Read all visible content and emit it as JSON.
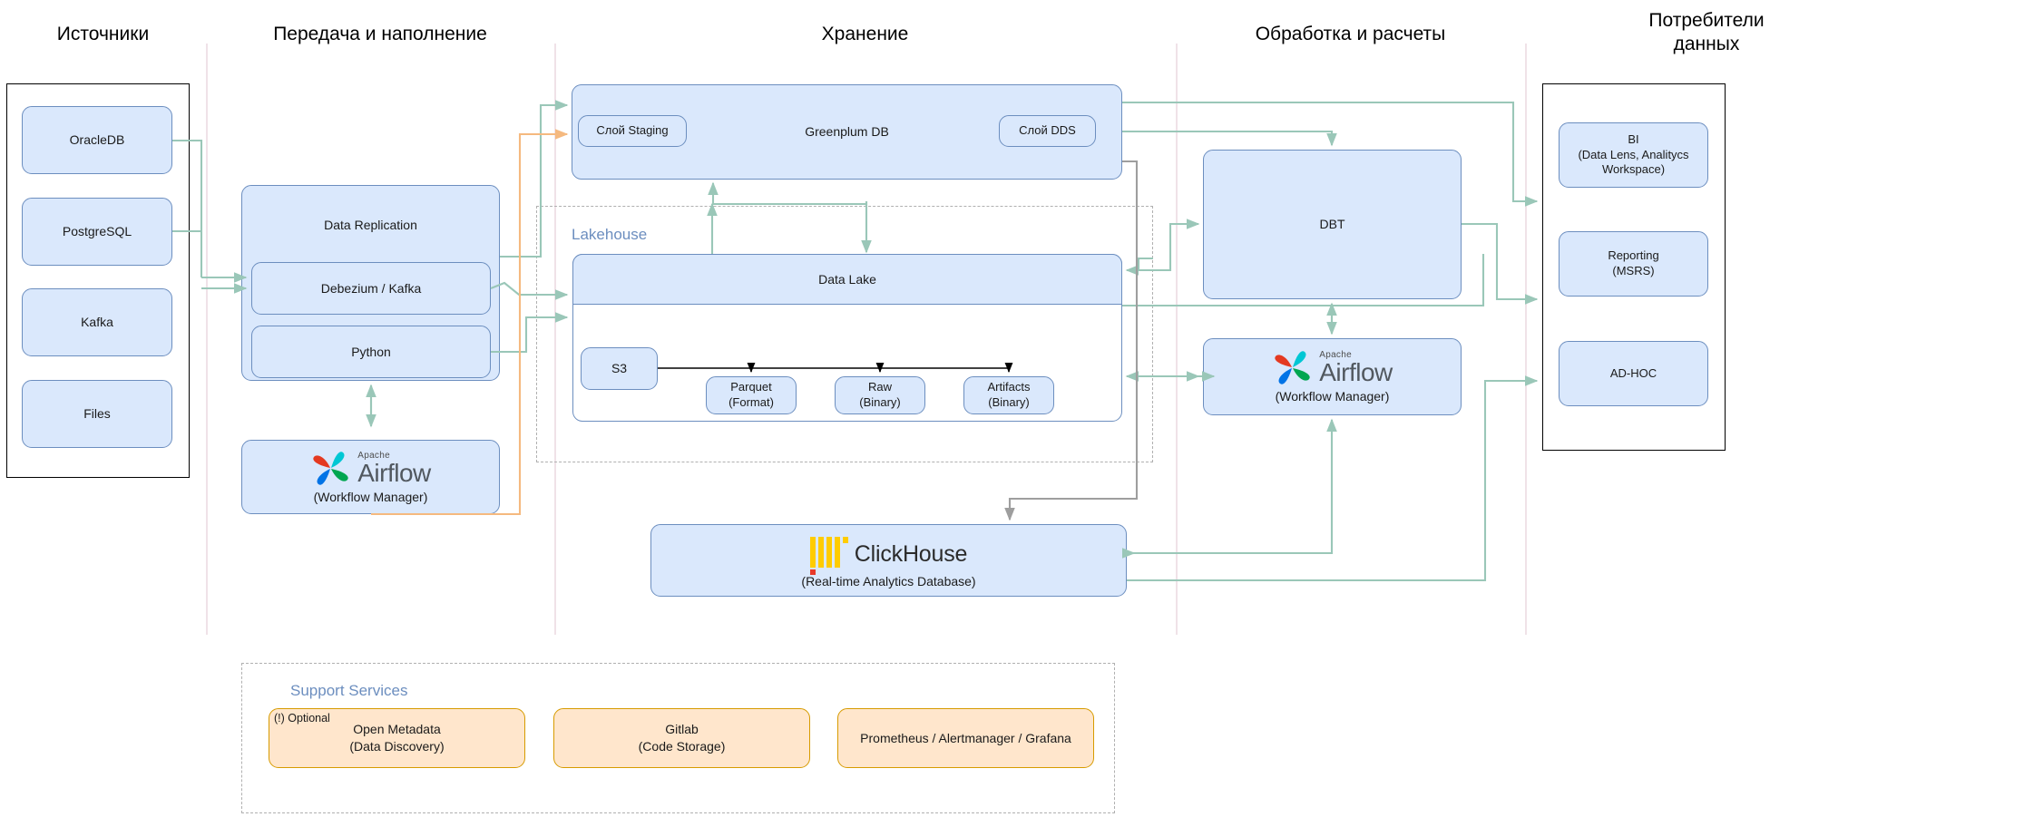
{
  "columns": [
    {
      "id": "sources",
      "title": "Источники"
    },
    {
      "id": "ingest",
      "title": "Передача и наполнение"
    },
    {
      "id": "storage",
      "title": "Хранение"
    },
    {
      "id": "processing",
      "title": "Обработка и расчеты"
    },
    {
      "id": "consumers",
      "title": "Потребители\nданных"
    }
  ],
  "sources": {
    "items": [
      {
        "label": "OracleDB"
      },
      {
        "label": "PostgreSQL"
      },
      {
        "label": "Kafka"
      },
      {
        "label": "Files"
      }
    ]
  },
  "ingest": {
    "replication": {
      "label": "Data Replication"
    },
    "items": [
      {
        "label": "Debezium / Kafka"
      },
      {
        "label": "Python"
      }
    ],
    "airflow": {
      "apache": "Apache",
      "name": "Airflow",
      "caption": "(Workflow Manager)"
    }
  },
  "storage": {
    "greenplum": {
      "label": "Greenplum DB",
      "staging": "Слой Staging",
      "dds": "Слой DDS"
    },
    "lakehouse": {
      "zone_label": "Lakehouse"
    },
    "datalake": {
      "label": "Data Lake"
    },
    "s3": {
      "label": "S3"
    },
    "formats": [
      {
        "label": "Parquet\n(Format)"
      },
      {
        "label": "Raw\n(Binary)"
      },
      {
        "label": "Artifacts\n(Binary)"
      }
    ],
    "clickhouse": {
      "name": "ClickHouse",
      "caption": "(Real-time Analytics Database)"
    }
  },
  "processing": {
    "dbt": {
      "label": "DBT"
    },
    "airflow": {
      "apache": "Apache",
      "name": "Airflow",
      "caption": "(Workflow Manager)"
    }
  },
  "consumers": {
    "items": [
      {
        "label": "BI\n(Data Lens, Analitycs\nWorkspace)"
      },
      {
        "label": "Reporting\n(MSRS)"
      },
      {
        "label": "AD-HOC"
      }
    ]
  },
  "support": {
    "zone_label": "Support Services",
    "optional_note": "(!) Optional",
    "items": [
      {
        "label": "Open Metadata\n(Data Discovery)"
      },
      {
        "label": "Gitlab\n(Code Storage)"
      },
      {
        "label": "Prometheus / Alertmanager / Grafana"
      }
    ]
  },
  "colors": {
    "box_fill": "#dae8fc",
    "box_border": "#6c8ebf",
    "support_fill": "#ffe6cc",
    "support_border": "#d79b00",
    "flow_green": "#9ac7b8",
    "flow_orange": "#f5b97f",
    "flow_gray": "#9e9e9e",
    "flow_black": "#000000",
    "divider": "#f0e2e8"
  }
}
